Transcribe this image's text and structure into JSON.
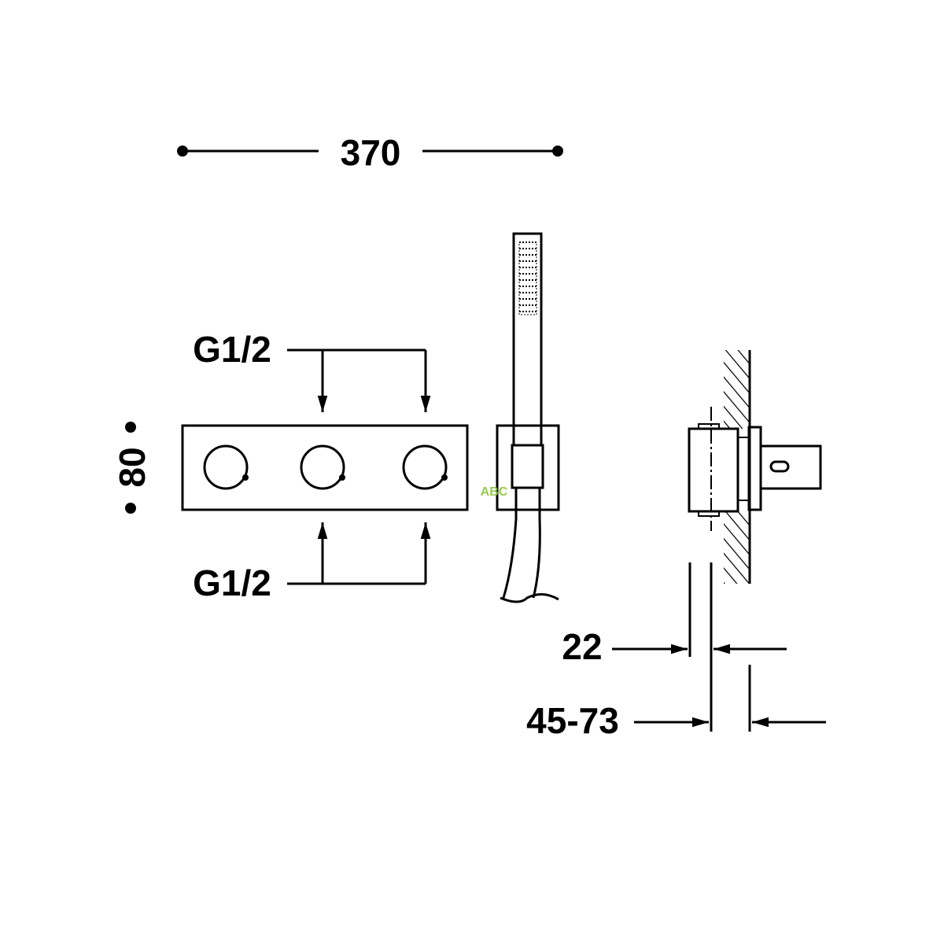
{
  "dimensions": {
    "width": "370",
    "height": "80",
    "inlet_top": "G1/2",
    "inlet_bottom": "G1/2",
    "depth_plate": "22",
    "depth_range": "45-73"
  },
  "watermark": {
    "text": "ABC"
  }
}
